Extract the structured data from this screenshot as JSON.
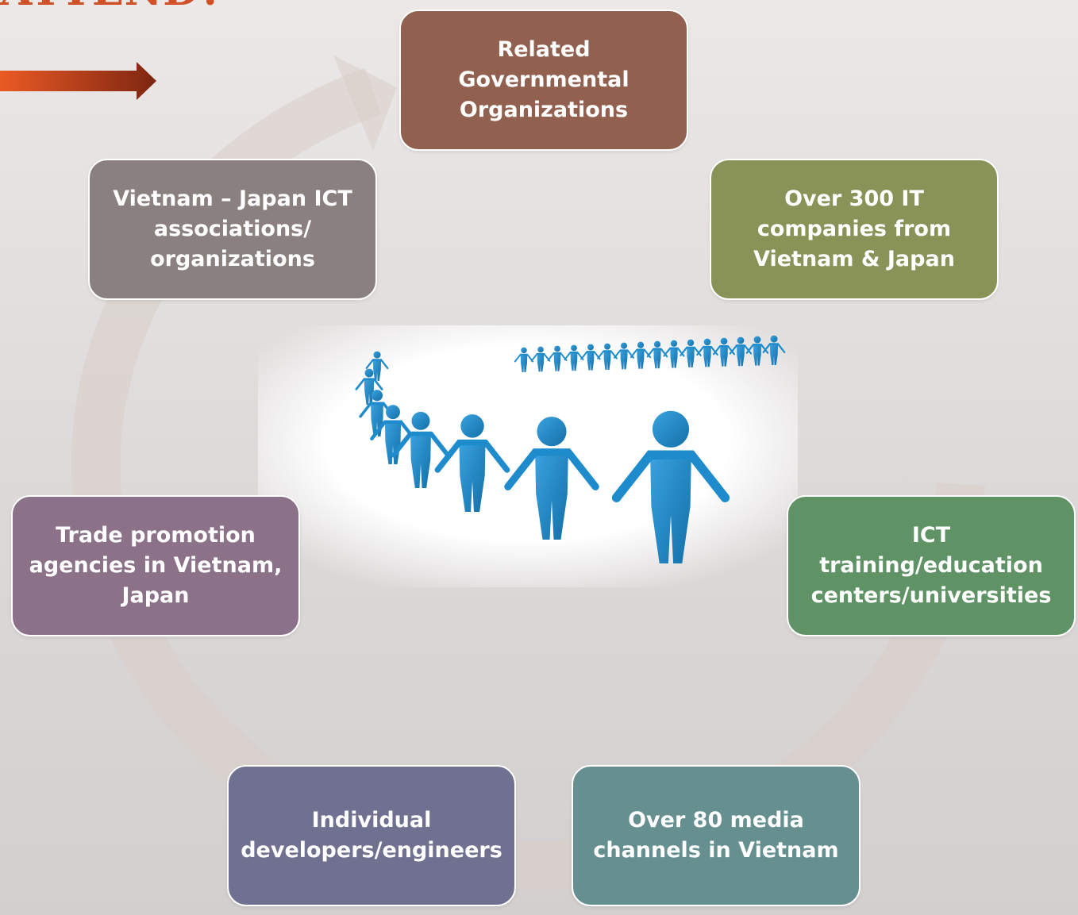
{
  "title_fragment": "ATTEND?",
  "nodes": [
    {
      "id": "top",
      "label": "Related\nGovernmental\nOrganizations",
      "color": "#92604f"
    },
    {
      "id": "upper_right",
      "label": "Over 300 IT\ncompanies from\nVietnam & Japan",
      "color": "#8a9357"
    },
    {
      "id": "mid_right",
      "label": "ICT\ntraining/education\ncenters/universities",
      "color": "#5f9366"
    },
    {
      "id": "bottom_right",
      "label": "Over 80 media\nchannels in Vietnam",
      "color": "#668f90"
    },
    {
      "id": "bottom_left",
      "label": "Individual\ndevelopers/engineers",
      "color": "#707090"
    },
    {
      "id": "mid_left",
      "label": "Trade promotion\nagencies in Vietnam,\nJapan",
      "color": "#8b7289"
    },
    {
      "id": "upper_left",
      "label": "Vietnam – Japan ICT\nassociations/\norganizations",
      "color": "#8b8080"
    }
  ],
  "icons": {
    "bullet_arrow": "right-arrow-icon",
    "central_image": "people-holding-hands-circle"
  },
  "colors": {
    "accent": "#d05027",
    "ring": "#d9cdc9",
    "figures": "#1e8ccc"
  }
}
